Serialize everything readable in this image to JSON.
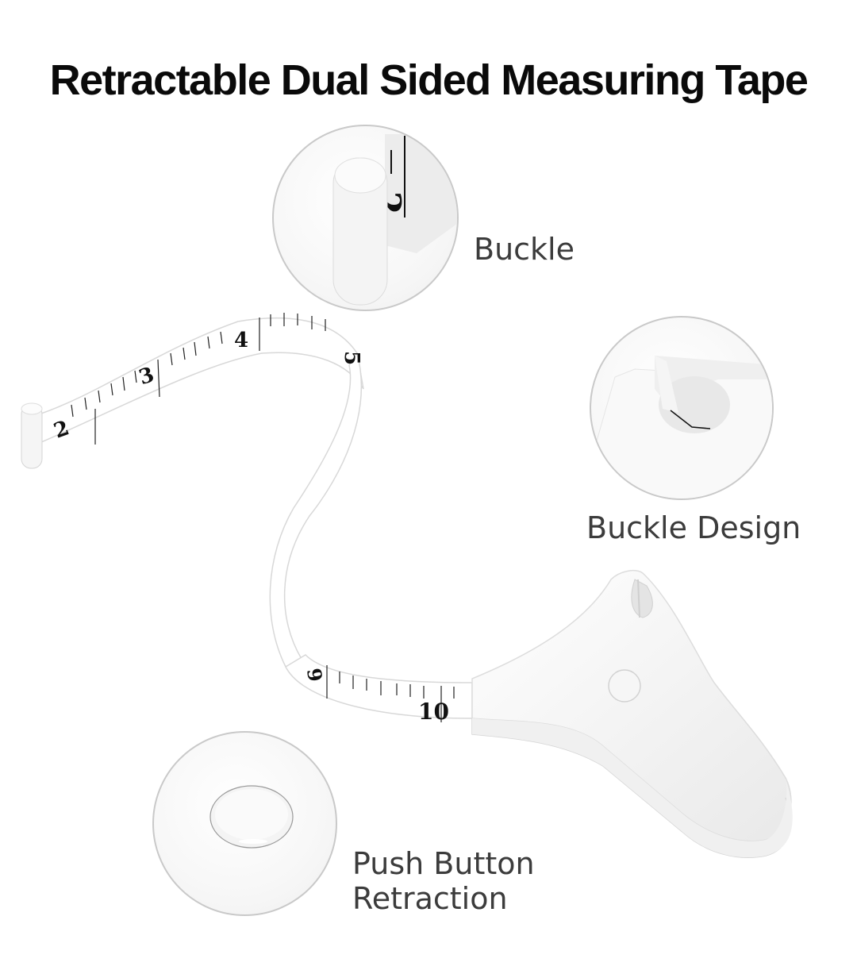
{
  "title": "Retractable Dual Sided Measuring Tape",
  "features": [
    {
      "label": "Buckle",
      "icon": "buckle-closeup"
    },
    {
      "label": "Buckle Design",
      "icon": "buckle-slot-closeup"
    },
    {
      "label_line1": "Push Button",
      "label_line2": "Retraction",
      "icon": "push-button-closeup"
    }
  ],
  "tape": {
    "numbers": [
      "2",
      "3",
      "4",
      "5",
      "9",
      "10"
    ],
    "color": "#ffffff",
    "tick_color": "#222222"
  },
  "colors": {
    "title": "#0a0a0a",
    "label": "#3c3c3c",
    "circle_border": "#c9c9c9",
    "background": "#ffffff"
  }
}
